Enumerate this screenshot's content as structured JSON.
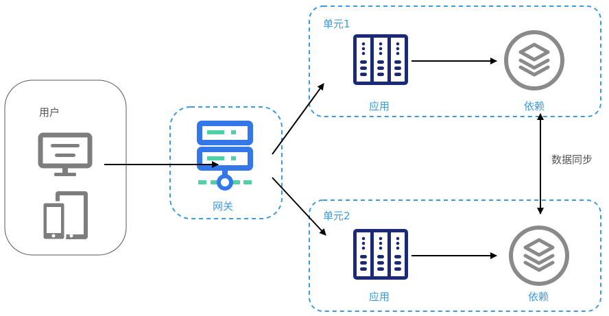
{
  "colors": {
    "unit_border": "#3a9ae0",
    "label_blue": "#3a9ae0",
    "gateway_blue": "#3377e8",
    "gateway_green": "#4fd1a8",
    "app_navy": "#1b2a78",
    "dependency_gray": "#8a8a8a",
    "device_gray": "#7d7d7d",
    "arrow": "#000000"
  },
  "user": {
    "label": "用户"
  },
  "gateway": {
    "label": "网关"
  },
  "units": [
    {
      "title": "单元1",
      "app_label": "应用",
      "dep_label": "依赖"
    },
    {
      "title": "单元2",
      "app_label": "应用",
      "dep_label": "依赖"
    }
  ],
  "sync": {
    "label": "数据同步"
  }
}
